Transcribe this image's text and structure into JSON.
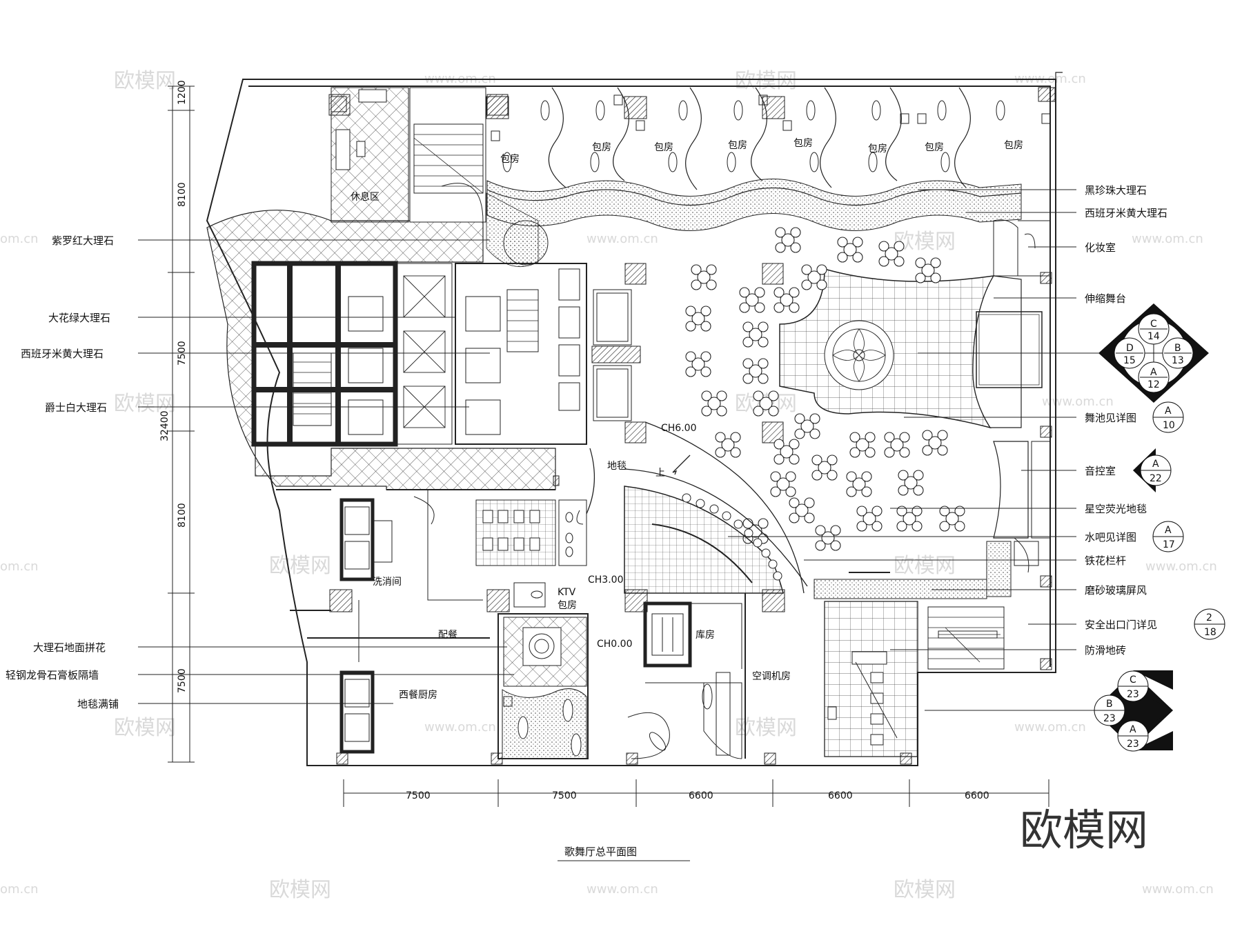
{
  "drawing": {
    "title": "歌舞厅总平面图",
    "brand_mark": "欧模网"
  },
  "watermarks": {
    "logo": "欧模网",
    "url": "www.om.cn",
    "short": "om.cn"
  },
  "left_labels": [
    "紫罗红大理石",
    "大花绿大理石",
    "西班牙米黄大理石",
    "爵士白大理石",
    "大理石地面拼花",
    "轻钢龙骨石膏板隔墙",
    "地毯满铺"
  ],
  "right_labels": [
    "黑珍珠大理石",
    "西班牙米黄大理石",
    "化妆室",
    "伸缩舞台",
    "舞池见详图",
    "音控室",
    "星空荧光地毯",
    "水吧见详图",
    "铁花栏杆",
    "磨砂玻璃屏风",
    "安全出口门详见",
    "防滑地砖"
  ],
  "rooms": {
    "vip": "包房",
    "lounge": "休息区",
    "wash": "洗消间",
    "pantry": "配餐",
    "kitchen": "西餐厨房",
    "ktv": "KTV",
    "ktv_room": "包房",
    "carpet": "地毯",
    "up": "上",
    "storage": "库房",
    "ac": "空调机房",
    "ch600": "CH6.00",
    "ch300": "CH3.00",
    "ch000": "CH0.00"
  },
  "dims_bottom": [
    "7500",
    "7500",
    "6600",
    "6600",
    "6600"
  ],
  "dims_left": [
    "1200",
    "8100",
    "7500",
    "8100",
    "7500"
  ],
  "dim_total": "32400",
  "callouts": [
    {
      "top": "C",
      "left": "D",
      "right": "B",
      "bottom": "A",
      "n_top": "14",
      "n_left": "15",
      "n_right": "13",
      "n_bottom": "12"
    },
    {
      "top": "A",
      "bottom": "10"
    },
    {
      "top": "A",
      "bottom": "22"
    },
    {
      "top": "A",
      "bottom": "17"
    },
    {
      "top": "2",
      "bottom": "18"
    },
    {
      "top": "C",
      "top_n": "23",
      "mid": "B",
      "mid_n": "23",
      "bot": "A",
      "bot_n": "23"
    }
  ]
}
